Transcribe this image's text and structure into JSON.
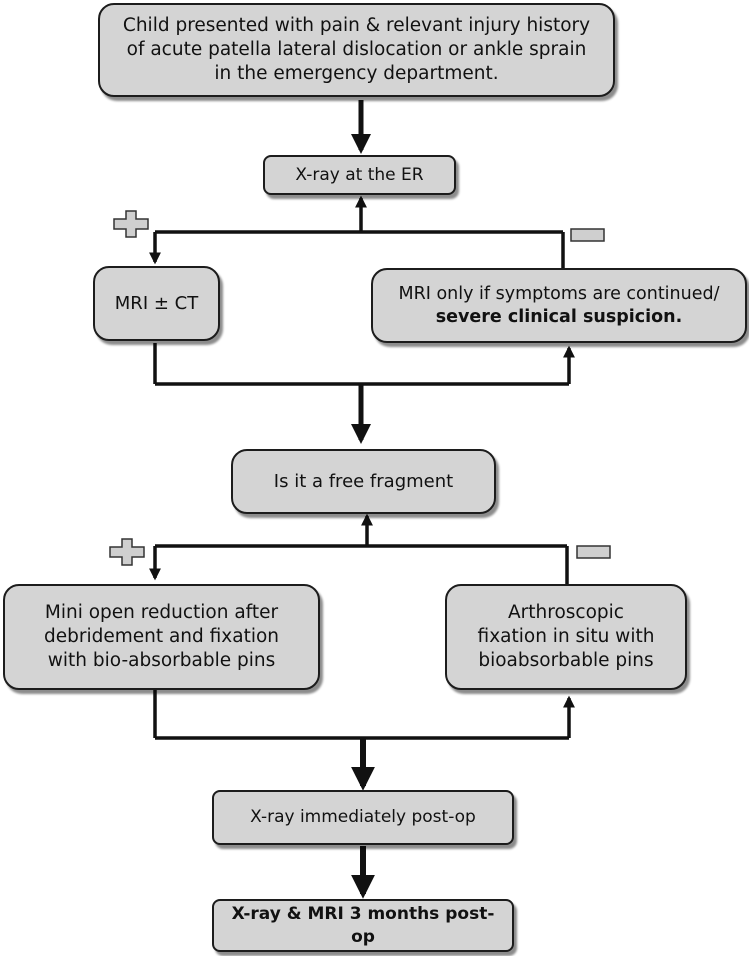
{
  "boxes": {
    "initial": "Child presented with pain & relevant injury history of acute patella lateral dislocation or ankle sprain in the emergency department.",
    "xray_er": "X-ray at the ER",
    "mri_ct": "MRI ± CT",
    "mri_only_line1": "MRI only if symptoms are continued/",
    "mri_only_line2": "severe clinical suspicion.",
    "free_fragment": "Is it a free fragment",
    "mini_open": "Mini open reduction after debridement and fixation with bio-absorbable pins",
    "arthroscopic": "Arthroscopic fixation in situ with bioabsorbable pins",
    "xray_postop": "X-ray immediately post-op",
    "xray_mri_3m": "X-ray & MRI 3 months post-op"
  }
}
